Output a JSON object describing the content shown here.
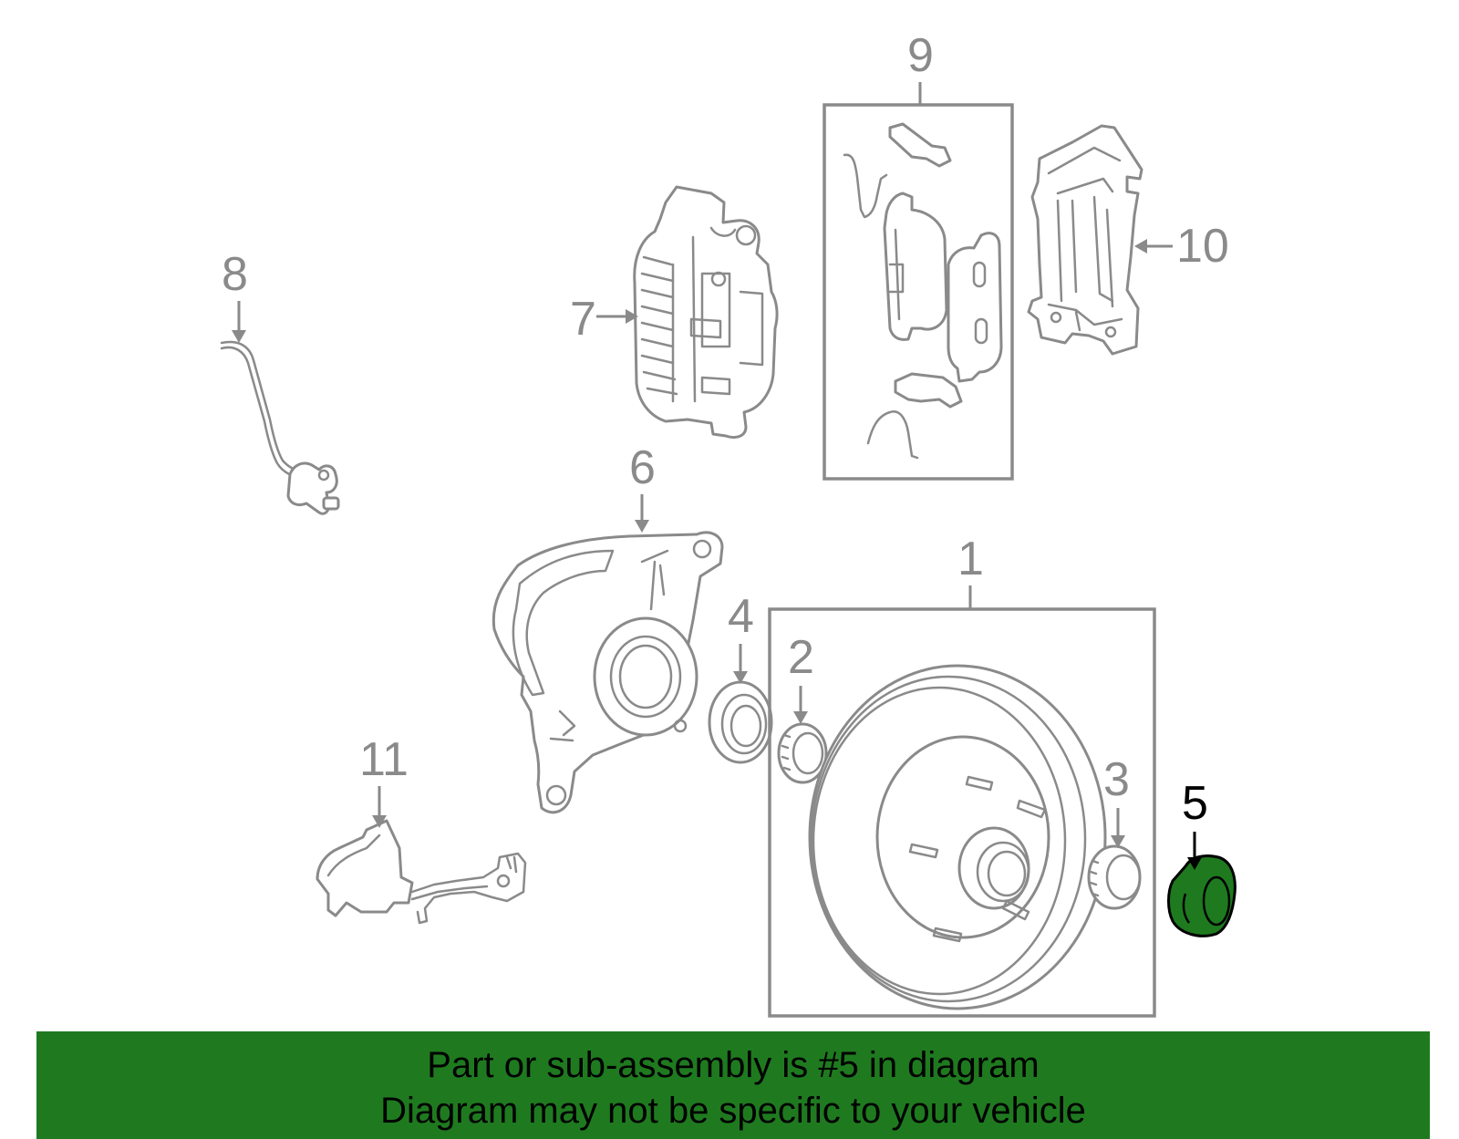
{
  "diagram": {
    "callouts": {
      "c1": "1",
      "c2": "2",
      "c3": "3",
      "c4": "4",
      "c5": "5",
      "c6": "6",
      "c7": "7",
      "c8": "8",
      "c9": "9",
      "c10": "10",
      "c11": "11"
    },
    "highlighted_callout": "5",
    "highlight_color": "#1f7a1f",
    "line_color": "#8a8a8a"
  },
  "banner": {
    "line1": "Part or sub-assembly is #5 in diagram",
    "line2": "Diagram may not be specific to your vehicle",
    "background_color": "#1f7a1f"
  }
}
